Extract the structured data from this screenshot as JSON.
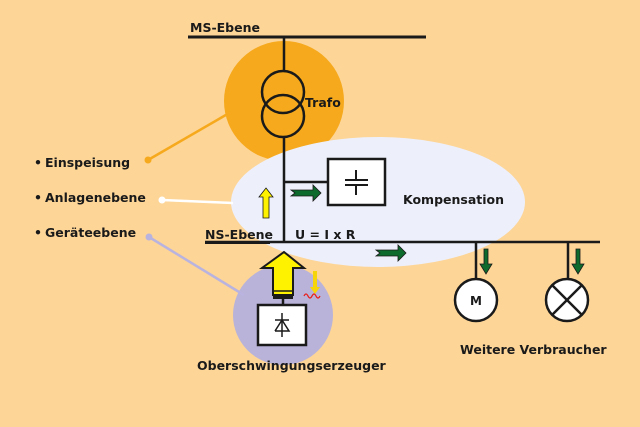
{
  "labels": {
    "ms_level": "MS-Ebene",
    "transformer": "Trafo",
    "ns_level": "NS-Ebene",
    "formula": "U = I x R",
    "compensation": "Kompensation",
    "harmonic_generator": "Oberschwingungserzeuger",
    "other_consumers": "Weitere Verbraucher",
    "motor_symbol": "M"
  },
  "legend": [
    {
      "bullet": "•",
      "label": "Einspeisung",
      "color": "#f5a81e"
    },
    {
      "bullet": "•",
      "label": "Anlagenebene",
      "color": "#ffffff"
    },
    {
      "bullet": "•",
      "label": "Geräteebene",
      "color": "#b9b3df"
    }
  ],
  "colors": {
    "background": "#fdd597",
    "feed_zone": "#f6a91c",
    "plant_zone": "#edf0fb",
    "device_zone": "#b9b3d9",
    "current_arrow": "#fff200",
    "power_arrow": "#0e6b2e",
    "harmonic_wave": "#e8211d"
  }
}
